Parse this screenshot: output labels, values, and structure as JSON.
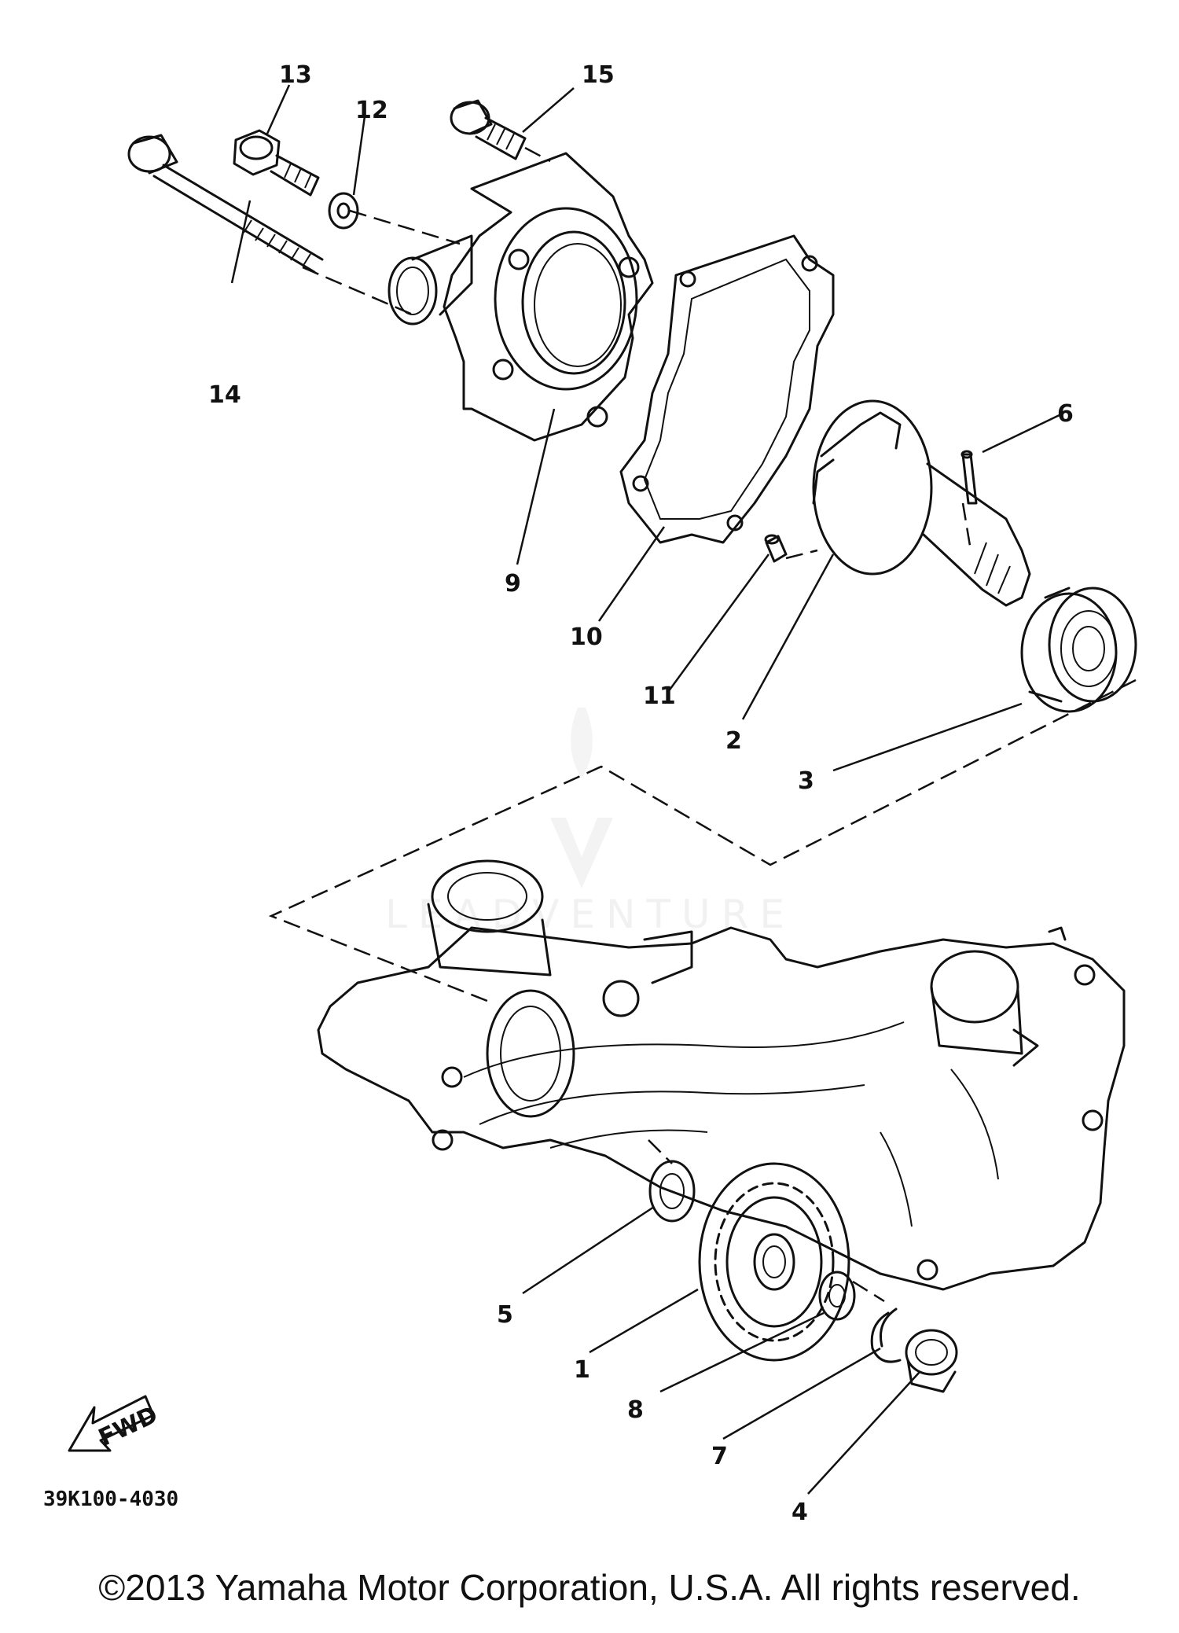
{
  "labels": {
    "l1": "1",
    "l2": "2",
    "l3": "3",
    "l4": "4",
    "l5": "5",
    "l6": "6",
    "l7": "7",
    "l8": "8",
    "l9": "9",
    "l10": "10",
    "l11": "11",
    "l12": "12",
    "l13": "13",
    "l14": "14",
    "l15": "15"
  },
  "fwd_label": "FWD",
  "diagram_code": "39K100-4030",
  "watermark_text": "LEADVENTURE",
  "copyright": "©2013 Yamaha Motor Corporation, U.S.A. All rights reserved."
}
